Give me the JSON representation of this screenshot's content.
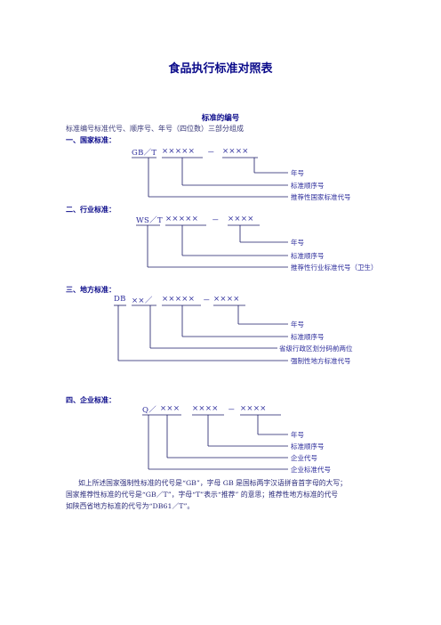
{
  "title": "食品执行标准对照表",
  "subtitle": "标准的编号",
  "description": "标准编号标准代号、顺序号、年号（四位数）三部分组成",
  "sections": {
    "national": {
      "heading": "一、国家标准：",
      "code": {
        "prefix": "GB／T",
        "seq": "×××××",
        "dash": "－",
        "year": "××××"
      },
      "labels": [
        "年号",
        "标准顺序号",
        "推荐性国家标准代号"
      ]
    },
    "industry": {
      "heading": "二、行业标准：",
      "code": {
        "prefix": "WS／T",
        "seq": "×××××",
        "dash": "－",
        "year": "××××"
      },
      "labels": [
        "年号",
        "标准顺序号",
        "推荐性行业标准代号（卫生）"
      ]
    },
    "local": {
      "heading": "三、地方标准：",
      "code": {
        "prefix": "DB",
        "region": "××／",
        "seq": "×××××",
        "dash": "－",
        "year": "××××"
      },
      "labels": [
        "年号",
        "标准顺序号",
        "省级行政区划分码前两位",
        "强制性地方标准代号"
      ]
    },
    "enterprise": {
      "heading": "四、企业标准：",
      "code": {
        "prefix": "Q／",
        "org": "×××",
        "seq": "××××",
        "dash": "－",
        "year": "××××"
      },
      "labels": [
        "年号",
        "标准顺序号",
        "企业代号",
        "企业标准代号"
      ]
    }
  },
  "paragraph": [
    "如上所述国家强制性标准的代号是“GB”，字母 GB 是国标两字汉语拼音首字母的大写；",
    "国家推荐性标准的代号是“GB／T”，字母“T”表示“推荐” 的意思；推荐性地方标准的代号",
    "如陕西省地方标准的代号为“DB61／T”。"
  ]
}
